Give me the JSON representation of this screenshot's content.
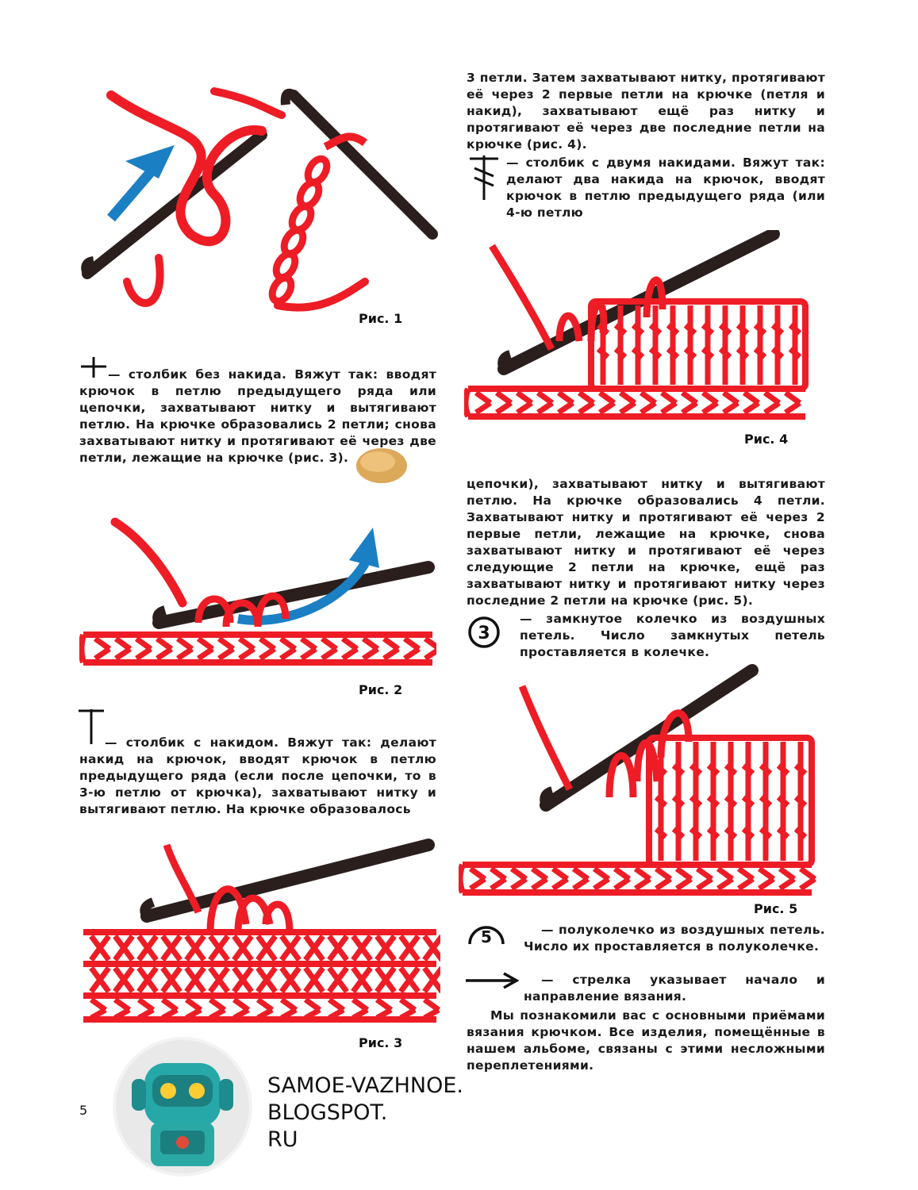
{
  "captions": {
    "fig1": "Рис. 1",
    "fig2": "Рис. 2",
    "fig3": "Рис. 3",
    "fig4": "Рис. 4",
    "fig5": "Рис. 5"
  },
  "left_col": {
    "sc_text": "— столбик без накида. Вяжут так: вводят крючок в петлю предыдущего ряда или цепочки, захватывают нитку и вытягивают петлю. На крючке образовались 2 петли; снова захватывают нитку и протягивают её через две петли, лежащие на крючке (рис. 3).",
    "dc_text": "— столбик с накидом. Вяжут так: делают накид на крючок, вводят крючок в петлю предыдущего ряда (если после цепочки, то в 3-ю петлю от крючка), захватывают нитку и вытягивают петлю. На крючке образовалось"
  },
  "right_col": {
    "dc_cont": "3 петли. Затем захватывают нитку, протягивают её через 2 первые петли на крючке (петля и накид), захватывают ещё раз нитку и протягивают её через две последние петли на крючке (рис. 4).",
    "tr_text": "— столбик с двумя накидами. Вяжут так: делают два накида на крючок, вводят крючок в петлю предыдущего ряда (или 4-ю петлю",
    "tr_cont": "цепочки), захватывают нитку и вытягивают петлю. На крючке образовались 4 петли. Захватывают нитку и протягивают её через 2 первые петли, лежащие на крючке, снова захватывают нитку и протягивают её через следующие 2 петли на крючке, ещё раз захватывают нитку и протягивают нитку через последние 2 петли на крючке (рис. 5).",
    "ring_num": "3",
    "ring_text": "— замкнутое колечко из воздушных петель. Число замкнутых петель проставляется в колечке.",
    "half_num": "5",
    "half_text": "— полуколечко из воздушных петель. Число их проставляется в полуколечке.",
    "arrow_text": "— стрелка указывает начало и направление вязания.",
    "closing": "Мы познакомили вас с основными приёмами вязания крючком. Все изделия, помещённые в нашем альбоме, связаны с этими несложными переплетениями."
  },
  "page_number": "5",
  "watermark": {
    "line1": "SAMOE-VAZHNOE.",
    "line2": "BLOGSPOT.",
    "line3": "RU"
  },
  "colors": {
    "yarn": "#ee1c25",
    "hook": "#2a1f1c",
    "arrow": "#1b7fc4"
  }
}
